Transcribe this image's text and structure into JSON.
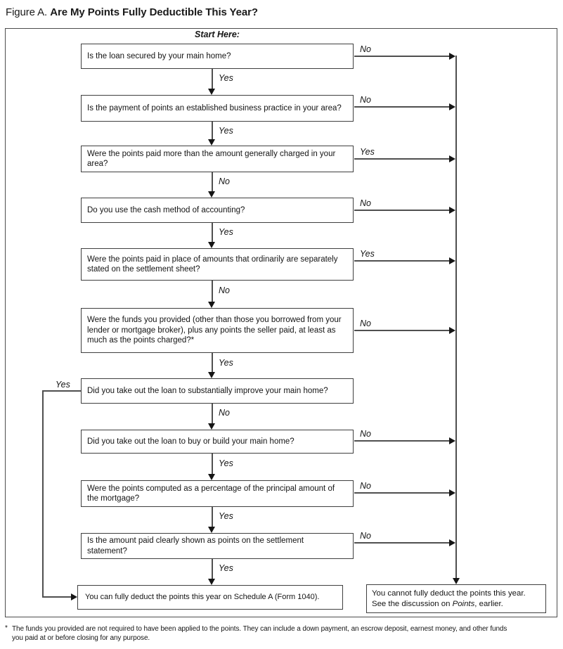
{
  "title": {
    "prefix": "Figure A.",
    "main": "Are My Points Fully Deductible This Year?"
  },
  "flow": {
    "start_label": "Start Here:",
    "questions": [
      {
        "text": "Is the loan secured by your main home?",
        "down_label": "Yes",
        "side_label": "No",
        "side": "right"
      },
      {
        "text": "Is the payment of points an established business practice in your area?",
        "down_label": "Yes",
        "side_label": "No",
        "side": "right"
      },
      {
        "text": "Were the points paid more than the amount generally charged in your area?",
        "down_label": "No",
        "side_label": "Yes",
        "side": "right"
      },
      {
        "text": "Do you use the cash method of accounting?",
        "down_label": "Yes",
        "side_label": "No",
        "side": "right"
      },
      {
        "text": "Were the points paid in place of amounts that ordinarily are separately stated on the settlement sheet?",
        "down_label": "No",
        "side_label": "Yes",
        "side": "right"
      },
      {
        "text": "Were the funds you provided (other than those you borrowed from your lender or mortgage broker), plus any points the seller paid, at least as much as the points charged?*",
        "down_label": "Yes",
        "side_label": "No",
        "side": "right"
      },
      {
        "text": "Did you take out the loan to substantially improve your main home?",
        "down_label": "No",
        "side_label": "Yes",
        "side": "left"
      },
      {
        "text": "Did you take out the loan to buy or build your main home?",
        "down_label": "Yes",
        "side_label": "No",
        "side": "right"
      },
      {
        "text": "Were the points computed as a percentage of the principal amount of the mortgage?",
        "down_label": "Yes",
        "side_label": "No",
        "side": "right"
      },
      {
        "text": "Is the amount paid clearly shown as points on the settlement statement?",
        "down_label": "Yes",
        "side_label": "No",
        "side": "right"
      }
    ],
    "result_yes": {
      "text": "You can fully deduct the points this year on Schedule A (Form 1040)."
    },
    "result_no": {
      "line1": "You cannot fully deduct the points this year.",
      "line2_pre": "See the discussion on ",
      "line2_italic": "Points",
      "line2_post": ", earlier."
    }
  },
  "footnote": {
    "marker": "*",
    "line1": "The funds you provided are not required to have been applied to the points. They can include a down payment, an escrow deposit, earnest money, and other funds",
    "line2": "you paid at or before closing for any purpose."
  }
}
